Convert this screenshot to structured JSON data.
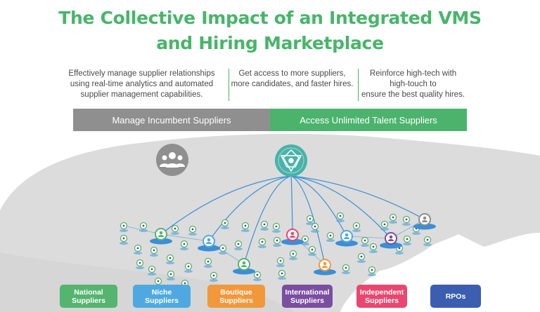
{
  "title": {
    "line1": "The Collective Impact of an Integrated VMS",
    "line2": "and Hiring Marketplace"
  },
  "blurbs": [
    {
      "lines": [
        "Effectively manage supplier relationships",
        "using real-time analytics and automated",
        "supplier management capabilities."
      ]
    },
    {
      "lines": [
        "Get access to more suppliers,",
        "more candidates, and faster hires."
      ]
    },
    {
      "lines": [
        "Reinforce high-tech with",
        "high-touch to",
        "ensure the best quality hires."
      ]
    }
  ],
  "bands": {
    "left": "Manage Incumbent Suppliers",
    "right": "Access Unlimited Talent Suppliers"
  },
  "icons": {
    "left_hub": "group-people-icon",
    "right_hub": "network-hub-icon",
    "marker": "person-marker-icon"
  },
  "colors": {
    "accent": "#48b56a",
    "grey_band": "#8f8f8f",
    "map": "#dcdcdc",
    "line": "#3a8fd6"
  },
  "categories": [
    {
      "lines": [
        "National",
        "Suppliers"
      ],
      "color": "#55b46f"
    },
    {
      "lines": [
        "Niche",
        "Suppliers"
      ],
      "color": "#4fa9e0"
    },
    {
      "lines": [
        "Boutique",
        "Suppliers"
      ],
      "color": "#f2983b"
    },
    {
      "lines": [
        "International",
        "Suppliers"
      ],
      "color": "#7b4ea1"
    },
    {
      "lines": [
        "Independent",
        "Suppliers"
      ],
      "color": "#e9476f"
    },
    {
      "lines": [
        "RPOs"
      ],
      "color": "#3c5eb0"
    }
  ]
}
